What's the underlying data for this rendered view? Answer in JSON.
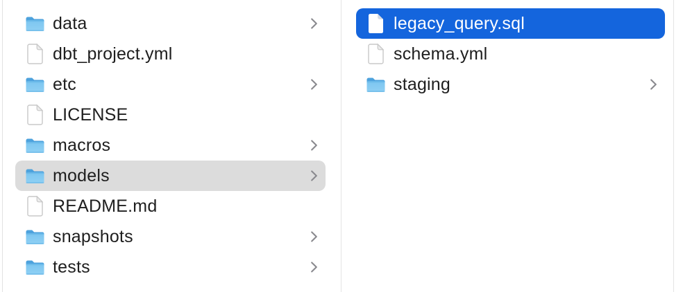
{
  "app": "finder-column-browser",
  "colors": {
    "selection_blue": "#1465dd",
    "selection_gray": "#dcdcdc",
    "divider": "#e4e4e4",
    "text": "#1e1e1e",
    "text_selected": "#ffffff",
    "chevron_gray": "#89898e",
    "folder_tab": "#4da2dd",
    "folder_body_top": "#7cc5f0",
    "folder_body_bottom": "#8fd0f4",
    "file_outline": "#c8c8c8"
  },
  "columns": [
    {
      "name": "left-column",
      "items": [
        {
          "label": "data",
          "type": "folder",
          "chevron": true,
          "selected": "none"
        },
        {
          "label": "dbt_project.yml",
          "type": "file",
          "chevron": false,
          "selected": "none"
        },
        {
          "label": "etc",
          "type": "folder",
          "chevron": true,
          "selected": "none"
        },
        {
          "label": "LICENSE",
          "type": "file",
          "chevron": false,
          "selected": "none"
        },
        {
          "label": "macros",
          "type": "folder",
          "chevron": true,
          "selected": "none"
        },
        {
          "label": "models",
          "type": "folder",
          "chevron": true,
          "selected": "gray"
        },
        {
          "label": "README.md",
          "type": "file",
          "chevron": false,
          "selected": "none"
        },
        {
          "label": "snapshots",
          "type": "folder",
          "chevron": true,
          "selected": "none"
        },
        {
          "label": "tests",
          "type": "folder",
          "chevron": true,
          "selected": "none"
        }
      ]
    },
    {
      "name": "right-column",
      "items": [
        {
          "label": "legacy_query.sql",
          "type": "file",
          "chevron": false,
          "selected": "blue"
        },
        {
          "label": "schema.yml",
          "type": "file",
          "chevron": false,
          "selected": "none"
        },
        {
          "label": "staging",
          "type": "folder",
          "chevron": true,
          "selected": "none"
        }
      ]
    }
  ]
}
